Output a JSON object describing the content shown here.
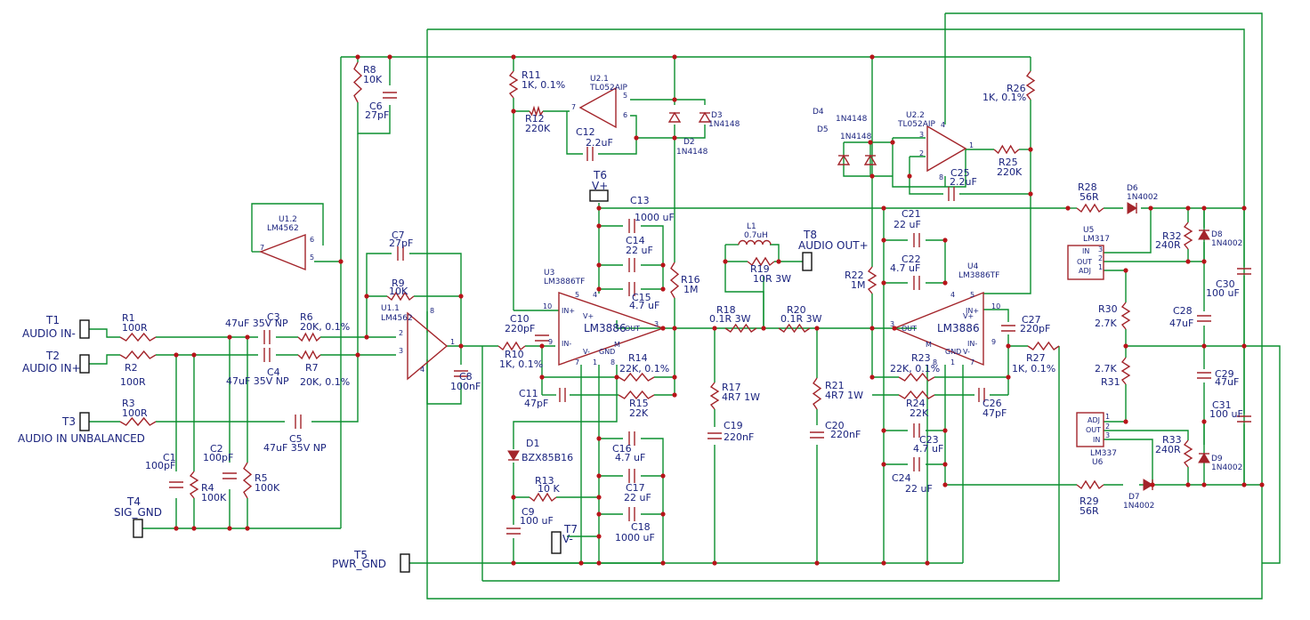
{
  "terminals": [
    {
      "ref": "T1",
      "label": "AUDIO IN-"
    },
    {
      "ref": "T2",
      "label": "AUDIO IN+"
    },
    {
      "ref": "T3",
      "label": "AUDIO IN UNBALANCED"
    },
    {
      "ref": "T4",
      "label": "SIG_GND"
    },
    {
      "ref": "T5",
      "label": "PWR_GND"
    },
    {
      "ref": "T6",
      "label": "V+"
    },
    {
      "ref": "T7",
      "label": "V-"
    },
    {
      "ref": "T8",
      "label": "AUDIO OUT+"
    }
  ],
  "resistors": [
    {
      "ref": "R1",
      "value": "100R"
    },
    {
      "ref": "R2",
      "value": "100R"
    },
    {
      "ref": "R3",
      "value": "100R"
    },
    {
      "ref": "R4",
      "value": "100K"
    },
    {
      "ref": "R5",
      "value": "100K"
    },
    {
      "ref": "R6",
      "value": "20K, 0.1%"
    },
    {
      "ref": "R7",
      "value": "20K, 0.1%"
    },
    {
      "ref": "R8",
      "value": "10K"
    },
    {
      "ref": "R9",
      "value": "10K"
    },
    {
      "ref": "R10",
      "value": "1K, 0.1%"
    },
    {
      "ref": "R11",
      "value": "1K, 0.1%"
    },
    {
      "ref": "R12",
      "value": "220K"
    },
    {
      "ref": "R13",
      "value": "10 K"
    },
    {
      "ref": "R14",
      "value": "22K, 0.1%"
    },
    {
      "ref": "R15",
      "value": "22K"
    },
    {
      "ref": "R16",
      "value": "1M"
    },
    {
      "ref": "R17",
      "value": "4R7 1W"
    },
    {
      "ref": "R18",
      "value": "0.1R 3W"
    },
    {
      "ref": "R19",
      "value": "10R 3W"
    },
    {
      "ref": "R20",
      "value": "0.1R 3W"
    },
    {
      "ref": "R21",
      "value": "4R7 1W"
    },
    {
      "ref": "R22",
      "value": "1M"
    },
    {
      "ref": "R23",
      "value": "22K, 0.1%"
    },
    {
      "ref": "R24",
      "value": "22K"
    },
    {
      "ref": "R25",
      "value": "220K"
    },
    {
      "ref": "R26",
      "value": "1K, 0.1%"
    },
    {
      "ref": "R27",
      "value": "1K, 0.1%"
    },
    {
      "ref": "R28",
      "value": "56R"
    },
    {
      "ref": "R29",
      "value": "56R"
    },
    {
      "ref": "R30",
      "value": "2.7K"
    },
    {
      "ref": "R31",
      "value": "2.7K"
    },
    {
      "ref": "R32",
      "value": "240R"
    },
    {
      "ref": "R33",
      "value": "240R"
    }
  ],
  "capacitors": [
    {
      "ref": "C1",
      "value": "100pF"
    },
    {
      "ref": "C2",
      "value": "100pF"
    },
    {
      "ref": "C3",
      "value": "47uF 35V NP"
    },
    {
      "ref": "C4",
      "value": "47uF 35V NP"
    },
    {
      "ref": "C5",
      "value": "47uF 35V NP"
    },
    {
      "ref": "C6",
      "value": "27pF"
    },
    {
      "ref": "C7",
      "value": "27pF"
    },
    {
      "ref": "C8",
      "value": "100nF"
    },
    {
      "ref": "C9",
      "value": "100 uF"
    },
    {
      "ref": "C10",
      "value": "220pF"
    },
    {
      "ref": "C11",
      "value": "47pF"
    },
    {
      "ref": "C12",
      "value": "2.2uF"
    },
    {
      "ref": "C13",
      "value": "1000 uF"
    },
    {
      "ref": "C14",
      "value": "22 uF"
    },
    {
      "ref": "C15",
      "value": "4.7 uF"
    },
    {
      "ref": "C16",
      "value": "4.7 uF"
    },
    {
      "ref": "C17",
      "value": "22 uF"
    },
    {
      "ref": "C18",
      "value": "1000 uF"
    },
    {
      "ref": "C19",
      "value": "220nF"
    },
    {
      "ref": "C20",
      "value": "220nF"
    },
    {
      "ref": "C21",
      "value": "22 uF"
    },
    {
      "ref": "C22",
      "value": "4.7 uF"
    },
    {
      "ref": "C23",
      "value": "4.7 uF"
    },
    {
      "ref": "C24",
      "value": "22 uF"
    },
    {
      "ref": "C25",
      "value": "2.2uF"
    },
    {
      "ref": "C26",
      "value": "47pF"
    },
    {
      "ref": "C27",
      "value": "220pF"
    },
    {
      "ref": "C28",
      "value": "47uF"
    },
    {
      "ref": "C29",
      "value": "47uF"
    },
    {
      "ref": "C30",
      "value": "100 uF"
    },
    {
      "ref": "C31",
      "value": "100 uF"
    }
  ],
  "diodes": [
    {
      "ref": "D1",
      "value": "BZX85B16"
    },
    {
      "ref": "D2",
      "value": "1N4148"
    },
    {
      "ref": "D3",
      "value": "1N4148"
    },
    {
      "ref": "D4",
      "value": "1N4148"
    },
    {
      "ref": "D5",
      "value": "1N4148"
    },
    {
      "ref": "D6",
      "value": "1N4002"
    },
    {
      "ref": "D7",
      "value": "1N4002"
    },
    {
      "ref": "D8",
      "value": "1N4002"
    },
    {
      "ref": "D9",
      "value": "1N4002"
    }
  ],
  "inductor": {
    "ref": "L1",
    "value": "0.7uH"
  },
  "ics": [
    {
      "ref": "U1.1",
      "part": "LM4562"
    },
    {
      "ref": "U1.2",
      "part": "LM4562"
    },
    {
      "ref": "U2.1",
      "part": "TL052AIP"
    },
    {
      "ref": "U2.2",
      "part": "TL052AIP"
    },
    {
      "ref": "U3",
      "part": "LM3886TF",
      "body": "LM3886"
    },
    {
      "ref": "U4",
      "part": "LM3886TF",
      "body": "LM3886"
    },
    {
      "ref": "U5",
      "part": "LM317"
    },
    {
      "ref": "U6",
      "part": "LM337"
    }
  ],
  "amp_pins": {
    "in_plus": "IN+",
    "in_minus": "IN-",
    "out": "OUT",
    "vplus": "V+",
    "vminus": "V-",
    "gnd": "GND",
    "mute": "M"
  },
  "reg_pins": {
    "in": "IN",
    "out": "OUT",
    "adj": "ADJ"
  },
  "opamp_pins": {
    "u1_1": [
      "2",
      "3",
      "1",
      "8",
      "4"
    ],
    "u1_2": [
      "7",
      "5",
      "6"
    ],
    "u2_1": [
      "7",
      "5",
      "6"
    ],
    "u2_2": [
      "3",
      "2",
      "1",
      "4",
      "8"
    ],
    "u3": [
      "10",
      "9",
      "3",
      "5",
      "4",
      "7",
      "8",
      "1"
    ],
    "u4": [
      "10",
      "9",
      "3",
      "5",
      "4",
      "7",
      "8",
      "1"
    ],
    "u5": [
      "3",
      "2",
      "1"
    ],
    "u6": [
      "1",
      "2",
      "3"
    ]
  },
  "colors": {
    "wire": "#0a8f2e",
    "component": "#a3242a",
    "label": "#1a237e",
    "junction": "#b8141a"
  }
}
